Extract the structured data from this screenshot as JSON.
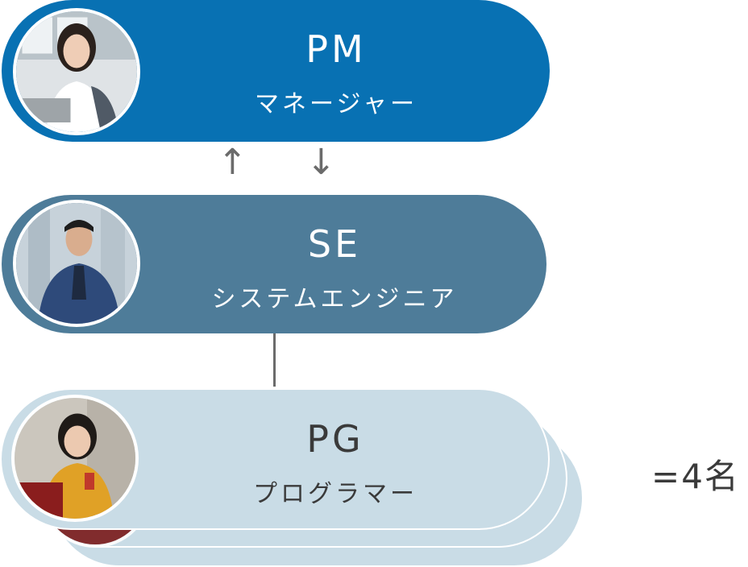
{
  "roles": {
    "pm": {
      "code": "PM",
      "name": "マネージャー",
      "color": "#0871b3"
    },
    "se": {
      "code": "SE",
      "name": "システムエンジニア",
      "color": "#4e7c99"
    },
    "pg": {
      "code": "PG",
      "name": "プログラマー",
      "color": "#c9dce6"
    }
  },
  "arrows": {
    "up": "↑",
    "down": "↓"
  },
  "pg_count": "=4名"
}
